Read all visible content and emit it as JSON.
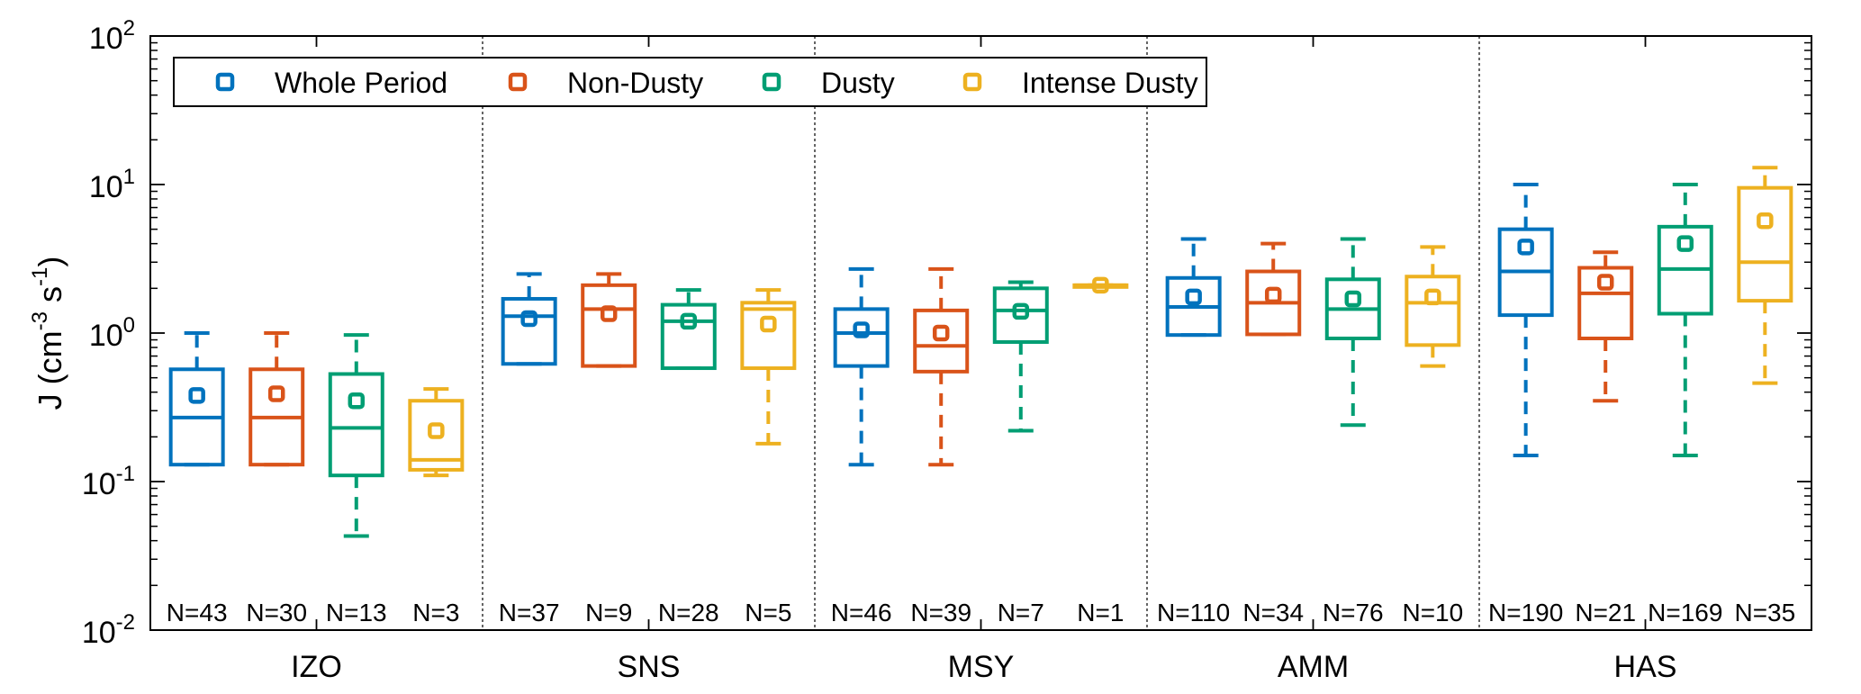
{
  "chart_data": {
    "type": "box",
    "ylabel": "J (cm",
    "ylabel_exp1": "-3",
    "ylabel_mid": " s",
    "ylabel_exp2": "-1",
    "ylabel_end": ")",
    "yscale": "log",
    "ylim": [
      0.01,
      100
    ],
    "y_ticks": [
      {
        "base": "10",
        "exp": "-2",
        "value": 0.01
      },
      {
        "base": "10",
        "exp": "-1",
        "value": 0.1
      },
      {
        "base": "10",
        "exp": "0",
        "value": 1
      },
      {
        "base": "10",
        "exp": "1",
        "value": 10
      },
      {
        "base": "10",
        "exp": "2",
        "value": 100
      }
    ],
    "legend": {
      "placement": "top-left",
      "entries": [
        {
          "name": "Whole Period",
          "color": "#0072BD"
        },
        {
          "name": "Non-Dusty",
          "color": "#D95319"
        },
        {
          "name": "Dusty",
          "color": "#009E73"
        },
        {
          "name": "Intense Dusty",
          "color": "#EDB120"
        }
      ]
    },
    "sites": [
      {
        "name": "IZO",
        "boxes": [
          {
            "series": 0,
            "n": "N=43",
            "wlo": 0.13,
            "q1": 0.13,
            "med": 0.27,
            "q3": 0.57,
            "whi": 1.0,
            "mean": 0.38
          },
          {
            "series": 1,
            "n": "N=30",
            "wlo": 0.13,
            "q1": 0.13,
            "med": 0.27,
            "q3": 0.57,
            "whi": 1.0,
            "mean": 0.39
          },
          {
            "series": 2,
            "n": "N=13",
            "wlo": 0.043,
            "q1": 0.11,
            "med": 0.23,
            "q3": 0.53,
            "whi": 0.97,
            "mean": 0.35
          },
          {
            "series": 3,
            "n": "N=3",
            "wlo": 0.11,
            "q1": 0.12,
            "med": 0.14,
            "q3": 0.35,
            "whi": 0.42,
            "mean": 0.22
          }
        ]
      },
      {
        "name": "SNS",
        "boxes": [
          {
            "series": 0,
            "n": "N=37",
            "wlo": 0.62,
            "q1": 0.62,
            "med": 1.3,
            "q3": 1.7,
            "whi": 2.5,
            "mean": 1.25
          },
          {
            "series": 1,
            "n": "N=9",
            "wlo": 0.6,
            "q1": 0.6,
            "med": 1.45,
            "q3": 2.1,
            "whi": 2.5,
            "mean": 1.35
          },
          {
            "series": 2,
            "n": "N=28",
            "wlo": 0.58,
            "q1": 0.58,
            "med": 1.2,
            "q3": 1.55,
            "whi": 1.95,
            "mean": 1.2
          },
          {
            "series": 3,
            "n": "N=5",
            "wlo": 0.18,
            "q1": 0.58,
            "med": 1.45,
            "q3": 1.6,
            "whi": 1.95,
            "mean": 1.15
          }
        ]
      },
      {
        "name": "MSY",
        "boxes": [
          {
            "series": 0,
            "n": "N=46",
            "wlo": 0.13,
            "q1": 0.6,
            "med": 1.0,
            "q3": 1.45,
            "whi": 2.7,
            "mean": 1.05
          },
          {
            "series": 1,
            "n": "N=39",
            "wlo": 0.13,
            "q1": 0.55,
            "med": 0.82,
            "q3": 1.42,
            "whi": 2.7,
            "mean": 1.0
          },
          {
            "series": 2,
            "n": "N=7",
            "wlo": 0.22,
            "q1": 0.87,
            "med": 1.42,
            "q3": 2.0,
            "whi": 2.2,
            "mean": 1.4
          },
          {
            "series": 3,
            "n": "N=1",
            "wlo": 2.1,
            "q1": 2.1,
            "med": 2.1,
            "q3": 2.1,
            "whi": 2.1,
            "mean": 2.1
          }
        ]
      },
      {
        "name": "AMM",
        "boxes": [
          {
            "series": 0,
            "n": "N=110",
            "wlo": 0.97,
            "q1": 0.97,
            "med": 1.5,
            "q3": 2.35,
            "whi": 4.3,
            "mean": 1.75
          },
          {
            "series": 1,
            "n": "N=34",
            "wlo": 0.98,
            "q1": 0.98,
            "med": 1.6,
            "q3": 2.6,
            "whi": 4.0,
            "mean": 1.8
          },
          {
            "series": 2,
            "n": "N=76",
            "wlo": 0.24,
            "q1": 0.92,
            "med": 1.45,
            "q3": 2.3,
            "whi": 4.3,
            "mean": 1.7
          },
          {
            "series": 3,
            "n": "N=10",
            "wlo": 0.6,
            "q1": 0.83,
            "med": 1.6,
            "q3": 2.4,
            "whi": 3.8,
            "mean": 1.75
          }
        ]
      },
      {
        "name": "HAS",
        "boxes": [
          {
            "series": 0,
            "n": "N=190",
            "wlo": 0.15,
            "q1": 1.32,
            "med": 2.6,
            "q3": 5.0,
            "whi": 10.0,
            "mean": 3.8
          },
          {
            "series": 1,
            "n": "N=21",
            "wlo": 0.35,
            "q1": 0.92,
            "med": 1.85,
            "q3": 2.75,
            "whi": 3.5,
            "mean": 2.2
          },
          {
            "series": 2,
            "n": "N=169",
            "wlo": 0.15,
            "q1": 1.35,
            "med": 2.7,
            "q3": 5.2,
            "whi": 10.0,
            "mean": 4.0
          },
          {
            "series": 3,
            "n": "N=35",
            "wlo": 0.46,
            "q1": 1.65,
            "med": 3.0,
            "q3": 9.5,
            "whi": 13.0,
            "mean": 5.7
          }
        ]
      }
    ]
  }
}
